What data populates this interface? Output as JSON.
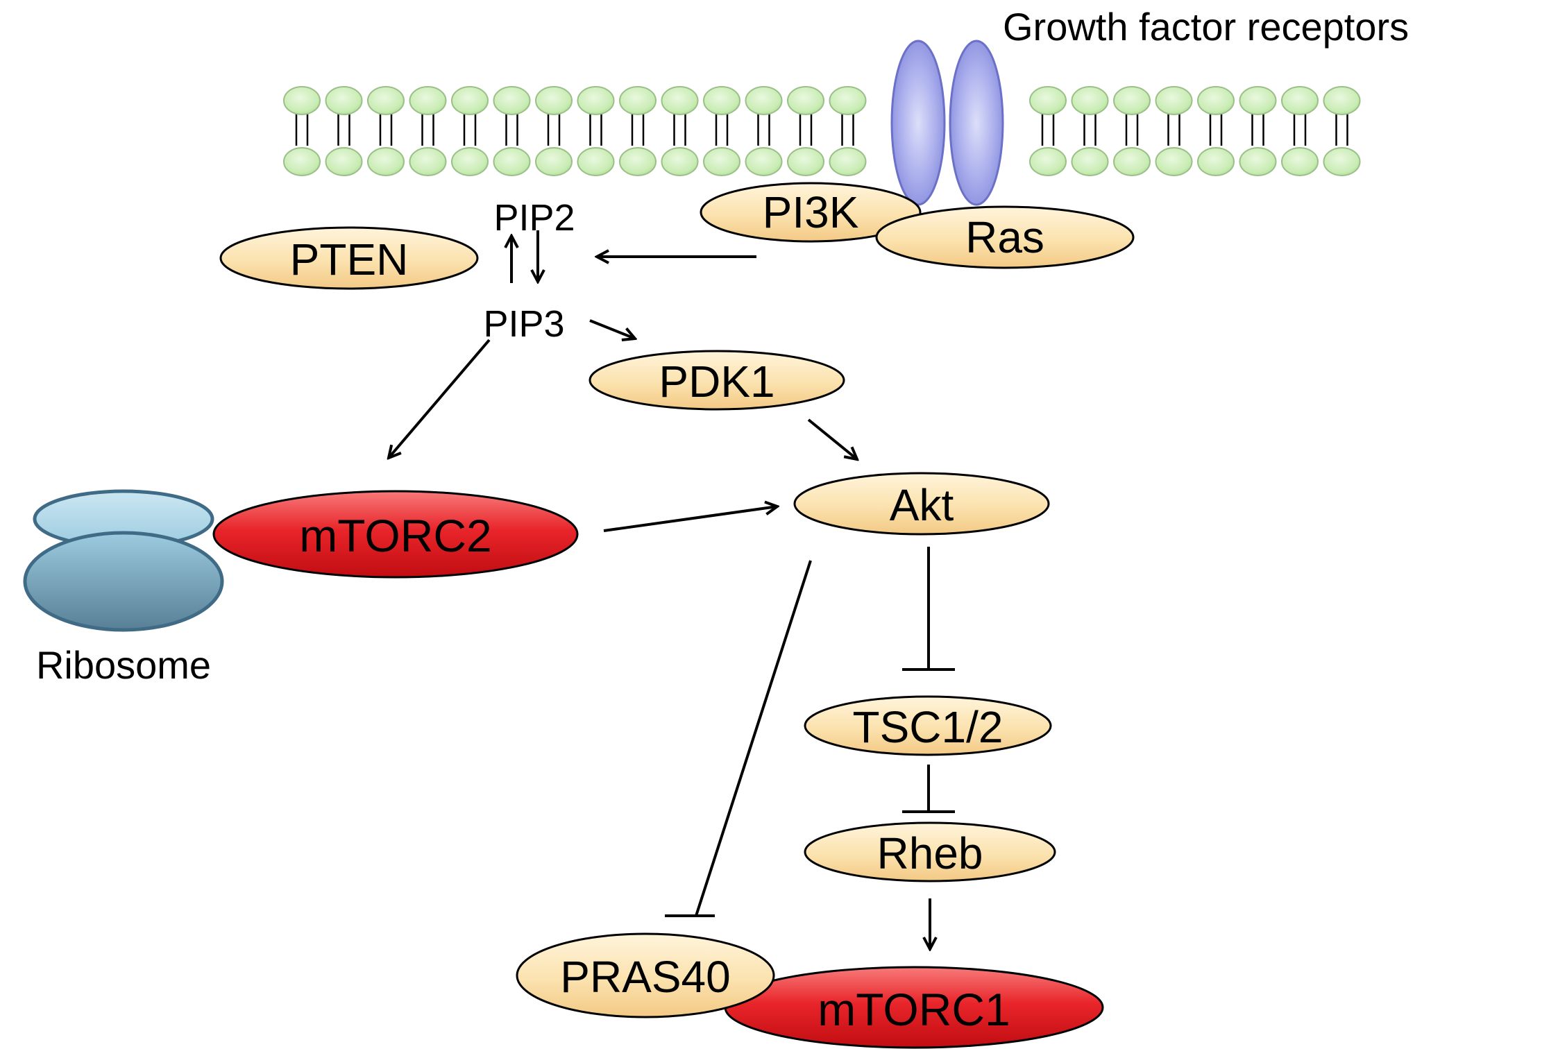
{
  "labels": {
    "receptors": "Growth factor receptors",
    "ribosome": "Ribosome",
    "pip2": "PIP2",
    "pip3": "PIP3"
  },
  "nodes": {
    "pi3k": "PI3K",
    "ras": "Ras",
    "pten": "PTEN",
    "pdk1": "PDK1",
    "akt": "Akt",
    "mtorc2": "mTORC2",
    "tsc": "TSC1/2",
    "rheb": "Rheb",
    "pras40": "PRAS40",
    "mtorc1": "mTORC1"
  },
  "colors": {
    "protein_fill": "#fbe2ae",
    "complex_fill": "#e8252a",
    "receptor_fill": "#a8acec",
    "lipid_head": "#c9ecb4",
    "ribosome_top": "#b9dcea",
    "ribosome_bottom": "#7fa7bc",
    "outline": "#000000"
  }
}
